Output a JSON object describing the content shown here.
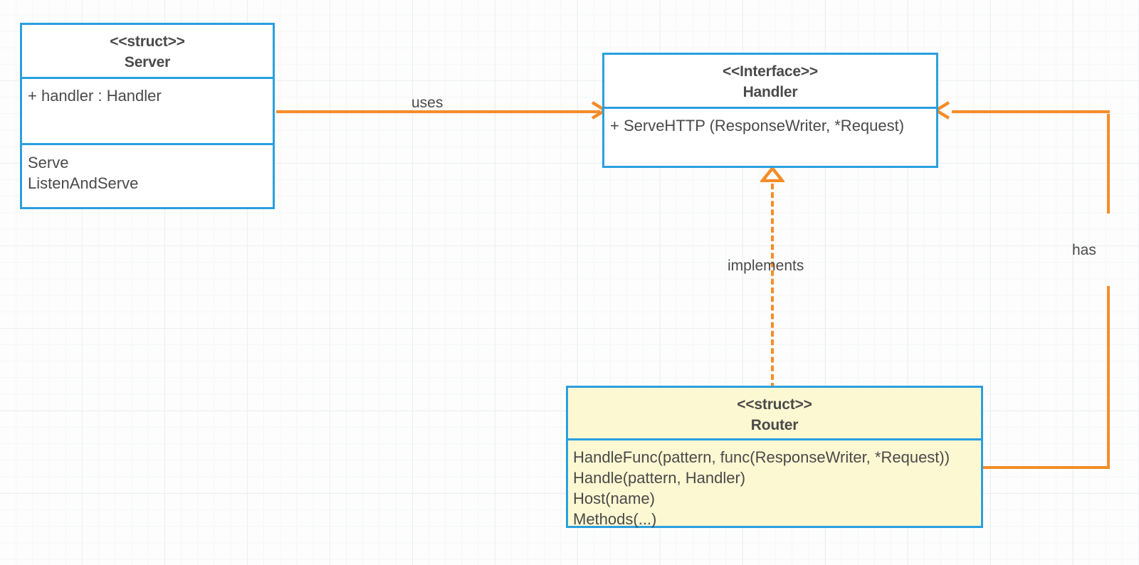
{
  "diagram": {
    "title": "Go net/http UML class diagram",
    "background_color": "#fdfdfd",
    "accent_border_color": "#2a9fe0",
    "edge_color": "#f58c28",
    "tint_fill_color": "#fcf8d2",
    "text_color": "#4a4a4a"
  },
  "nodes": [
    {
      "id": "server",
      "stereotype": "<<struct>>",
      "name": "Server",
      "fields": [
        "+ handler : Handler"
      ],
      "methods": [
        "Serve",
        "ListenAndServe"
      ]
    },
    {
      "id": "handler",
      "stereotype": "<<Interface>>",
      "name": "Handler",
      "methods": [
        "+ ServeHTTP (ResponseWriter, *Request)"
      ]
    },
    {
      "id": "router",
      "stereotype": "<<struct>>",
      "name": "Router",
      "methods": [
        "HandleFunc(pattern, func(ResponseWriter, *Request))",
        "Handle(pattern, Handler)",
        "Host(name)",
        "Methods(...)"
      ]
    }
  ],
  "edges": [
    {
      "id": "uses",
      "label": "uses",
      "from": "server",
      "to": "handler",
      "style": "solid",
      "arrow": "open"
    },
    {
      "id": "implements",
      "label": "implements",
      "from": "router",
      "to": "handler",
      "style": "dashed",
      "arrow": "hollow-triangle"
    },
    {
      "id": "has",
      "label": "has",
      "from": "router",
      "to": "handler",
      "style": "solid",
      "arrow": "open"
    }
  ]
}
